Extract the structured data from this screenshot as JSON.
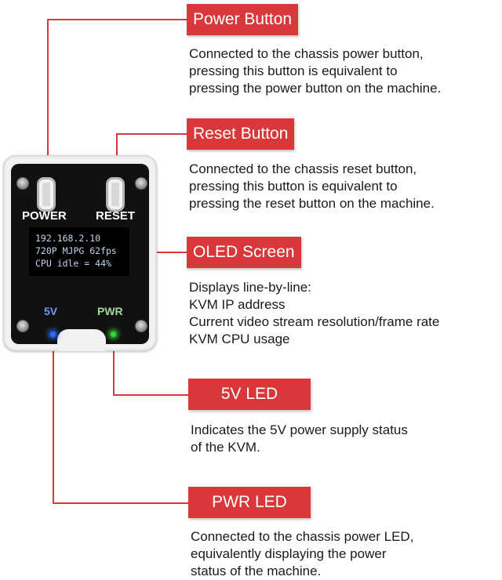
{
  "device": {
    "power_label": "POWER",
    "reset_label": "RESET",
    "oled_lines": [
      "192.168.2.10",
      "720P  MJPG 62fps",
      "CPU idle = 44%"
    ],
    "led_5v_label": "5V",
    "led_pwr_label": "PWR",
    "colors": {
      "led_5v": "#2a6cff",
      "led_pwr": "#35d43a",
      "label_5v": "#6f9bff",
      "label_pwr": "#9fd99a"
    }
  },
  "callouts": [
    {
      "title": "Power Button",
      "lines": [
        "Connected to the chassis power button,",
        "pressing this button is equivalent to",
        "pressing the power button on the machine."
      ]
    },
    {
      "title": "Reset Button",
      "lines": [
        "Connected to the chassis reset button,",
        "pressing this button is equivalent to",
        "pressing the reset button on the machine."
      ]
    },
    {
      "title": "OLED Screen",
      "lines": [
        "Displays line-by-line:",
        "KVM IP address",
        "Current video stream resolution/frame rate",
        "KVM CPU usage"
      ]
    },
    {
      "title": "5V LED",
      "lines": [
        "Indicates the 5V power supply status",
        "of the KVM."
      ]
    },
    {
      "title": "PWR LED",
      "lines": [
        "Connected to the chassis power LED,",
        "equivalently displaying the power",
        "status of the machine."
      ]
    }
  ],
  "accent_color": "#d9383a"
}
